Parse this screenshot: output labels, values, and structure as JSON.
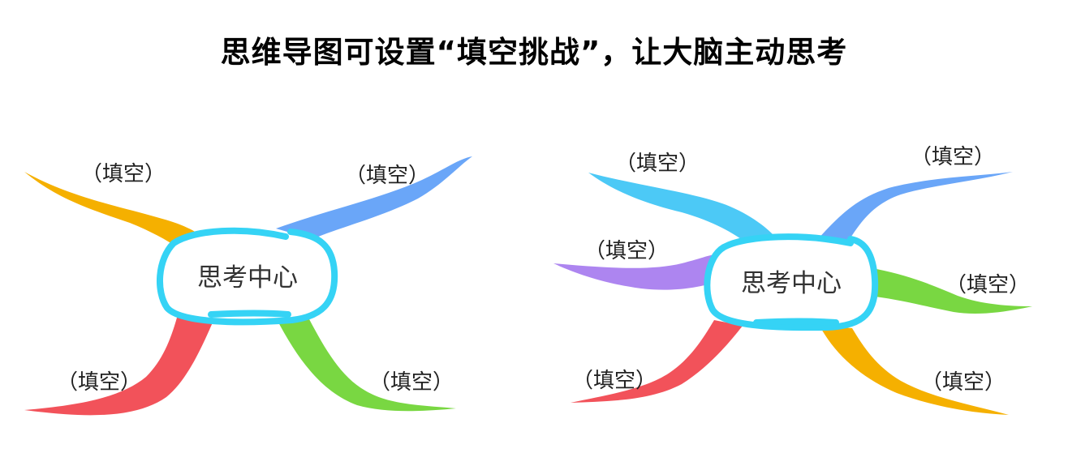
{
  "title": "思维导图可设置“填空挑战”，让大脑主动思考",
  "colors": {
    "bubble_stroke": "#35d3f5",
    "orange": "#f5b000",
    "blue": "#6aa6f8",
    "red": "#f2525a",
    "green": "#79d742",
    "sky": "#4cc9f6",
    "purple": "#ad85f0"
  },
  "maps": [
    {
      "center": "思考中心",
      "branches": [
        {
          "label": "（填空）",
          "color": "orange"
        },
        {
          "label": "（填空）",
          "color": "blue"
        },
        {
          "label": "（填空）",
          "color": "red"
        },
        {
          "label": "（填空）",
          "color": "green"
        }
      ]
    },
    {
      "center": "思考中心",
      "branches": [
        {
          "label": "（填空）",
          "color": "sky"
        },
        {
          "label": "（填空）",
          "color": "blue"
        },
        {
          "label": "（填空）",
          "color": "purple"
        },
        {
          "label": "（填空）",
          "color": "green"
        },
        {
          "label": "（填空）",
          "color": "red"
        },
        {
          "label": "（填空）",
          "color": "orange"
        }
      ]
    }
  ]
}
